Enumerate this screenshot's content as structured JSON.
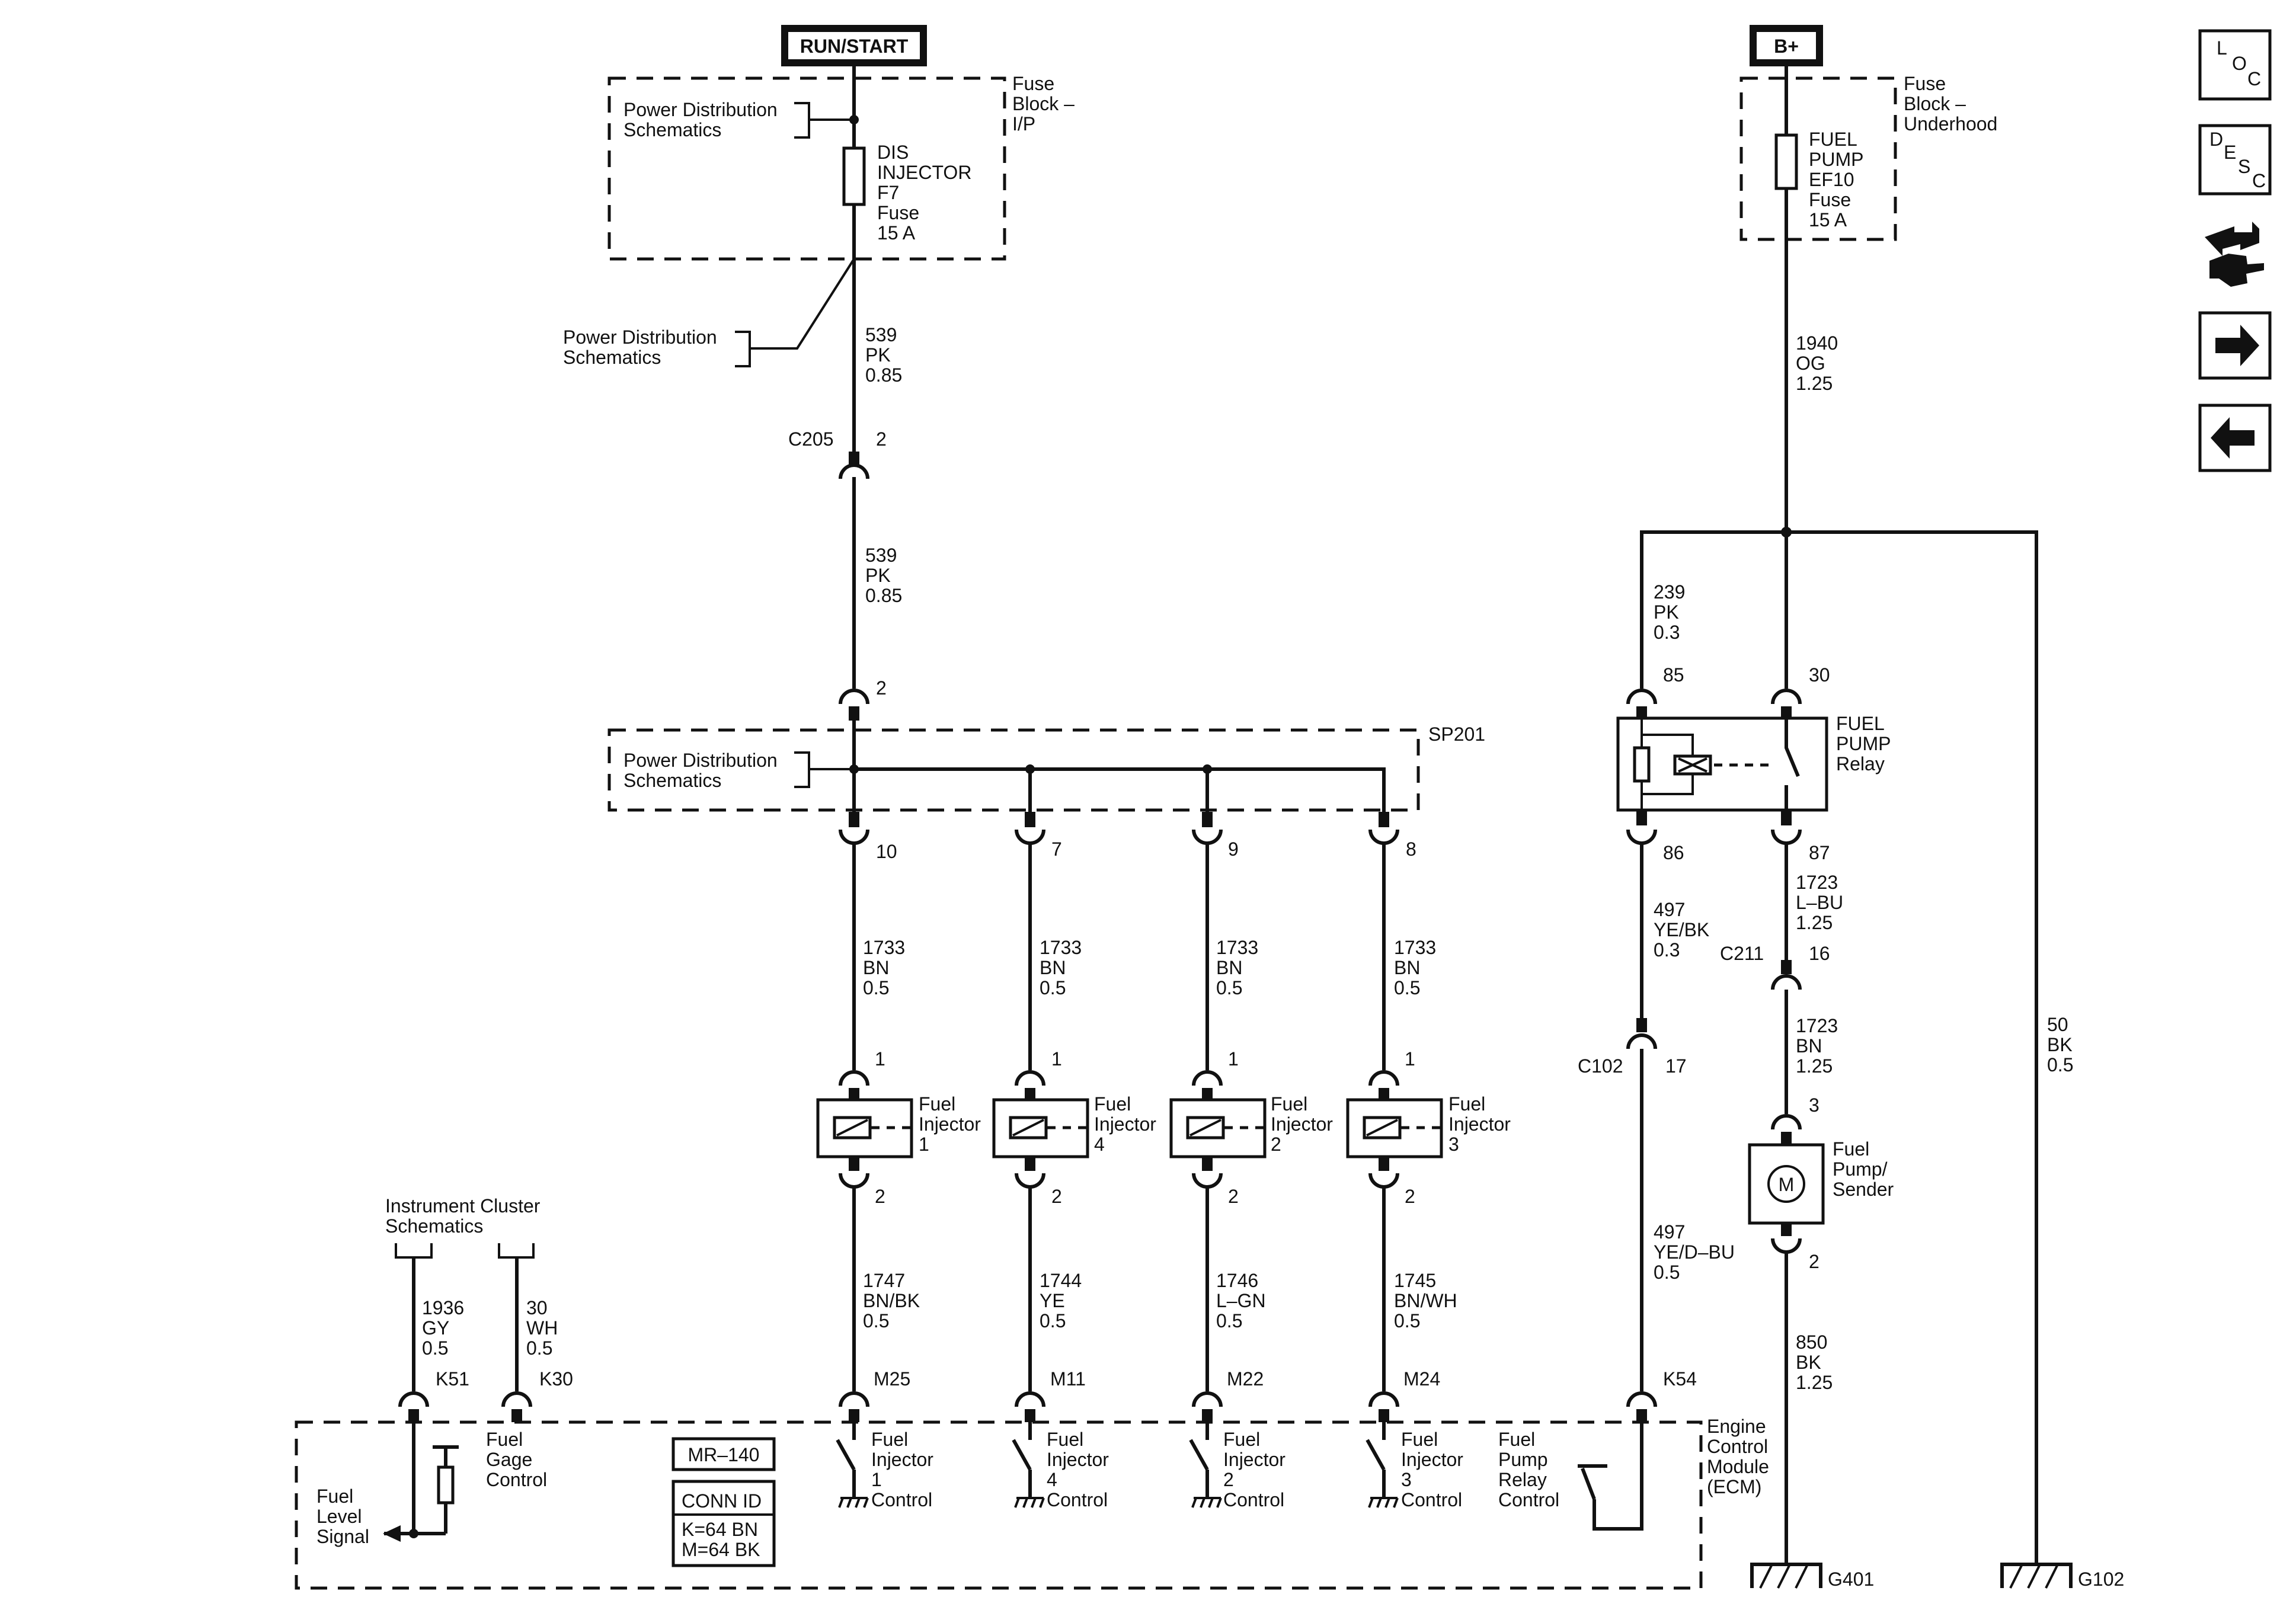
{
  "sources": {
    "run_start": "RUN/START",
    "b_plus": "B+"
  },
  "fuse_block_ip": {
    "title": [
      "Fuse",
      "Block –",
      "I/P"
    ],
    "fuse": [
      "DIS",
      "INJECTOR",
      "F7",
      "Fuse",
      "15 A"
    ],
    "power_ref": [
      "Power Distribution",
      "Schematics"
    ]
  },
  "fuse_block_underhood": {
    "title": [
      "Fuse",
      "Block –",
      "Underhood"
    ],
    "fuse": [
      "FUEL",
      "PUMP",
      "EF10",
      "Fuse",
      "15 A"
    ]
  },
  "power_ref_2": [
    "Power Distribution",
    "Schematics"
  ],
  "power_ref_sp201": [
    "Power Distribution",
    "Schematics"
  ],
  "wires": {
    "w539a": [
      "539",
      "PK",
      "0.85"
    ],
    "w539b": [
      "539",
      "PK",
      "0.85"
    ],
    "w1940": [
      "1940",
      "OG",
      "1.25"
    ],
    "w239": [
      "239",
      "PK",
      "0.3"
    ],
    "w497a": [
      "497",
      "YE/BK",
      "0.3"
    ],
    "w1723a": [
      "1723",
      "L–BU",
      "1.25"
    ],
    "w1723b": [
      "1723",
      "BN",
      "1.25"
    ],
    "w497b": [
      "497",
      "YE/D–BU",
      "0.5"
    ],
    "w850": [
      "850",
      "BK",
      "1.25"
    ],
    "w50": [
      "50",
      "BK",
      "0.5"
    ],
    "w1733_1": [
      "1733",
      "BN",
      "0.5"
    ],
    "w1733_2": [
      "1733",
      "BN",
      "0.5"
    ],
    "w1733_3": [
      "1733",
      "BN",
      "0.5"
    ],
    "w1733_4": [
      "1733",
      "BN",
      "0.5"
    ],
    "w1747": [
      "1747",
      "BN/BK",
      "0.5"
    ],
    "w1744": [
      "1744",
      "YE",
      "0.5"
    ],
    "w1746": [
      "1746",
      "L–GN",
      "0.5"
    ],
    "w1745": [
      "1745",
      "BN/WH",
      "0.5"
    ],
    "w1936": [
      "1936",
      "GY",
      "0.5"
    ],
    "w30": [
      "30",
      "WH",
      "0.5"
    ]
  },
  "connectors": {
    "c205": "C205",
    "c205_pin": "2",
    "sp201_in_pin": "2",
    "sp201": "SP201",
    "sp201_pins": [
      "10",
      "7",
      "9",
      "8"
    ],
    "inj_in_pins": [
      "1",
      "1",
      "1",
      "1"
    ],
    "inj_out_pins": [
      "2",
      "2",
      "2",
      "2"
    ],
    "relay_85": "85",
    "relay_30": "30",
    "relay_86": "86",
    "relay_87": "87",
    "c211": "C211",
    "c211_pin": "16",
    "c102": "C102",
    "c102_pin": "17",
    "pump_in": "3",
    "pump_out": "2",
    "ecm_pins": [
      "K51",
      "K30",
      "M25",
      "M11",
      "M22",
      "M24",
      "K54"
    ]
  },
  "components": {
    "injectors": [
      [
        "Fuel",
        "Injector",
        "1"
      ],
      [
        "Fuel",
        "Injector",
        "4"
      ],
      [
        "Fuel",
        "Injector",
        "2"
      ],
      [
        "Fuel",
        "Injector",
        "3"
      ]
    ],
    "relay": [
      "FUEL",
      "PUMP",
      "Relay"
    ],
    "pump": [
      "Fuel",
      "Pump/",
      "Sender"
    ],
    "motor_symbol": "M"
  },
  "ecm": {
    "title": [
      "Engine",
      "Control",
      "Module",
      "(ECM)"
    ],
    "conn_label": "MR–140",
    "conn_id": [
      "CONN ID",
      "K=64 BN",
      "M=64 BK"
    ],
    "fuel_level": [
      "Fuel",
      "Level",
      "Signal"
    ],
    "gage_control": [
      "Fuel",
      "Gage",
      "Control"
    ],
    "inj_controls": [
      [
        "Fuel",
        "Injector",
        "1",
        "Control"
      ],
      [
        "Fuel",
        "Injector",
        "4",
        "Control"
      ],
      [
        "Fuel",
        "Injector",
        "2",
        "Control"
      ],
      [
        "Fuel",
        "Injector",
        "3",
        "Control"
      ]
    ],
    "relay_control": [
      "Fuel",
      "Pump",
      "Relay",
      "Control"
    ]
  },
  "cluster_ref": [
    "Instrument Cluster",
    "Schematics"
  ],
  "grounds": {
    "g401": "G401",
    "g102": "G102"
  },
  "nav": {
    "loc": [
      "L",
      "O",
      "C"
    ],
    "desc": [
      "D",
      "E",
      "S",
      "C"
    ],
    "icons": [
      "wiring-hands-icon",
      "arrow-right-icon",
      "arrow-left-icon"
    ]
  }
}
